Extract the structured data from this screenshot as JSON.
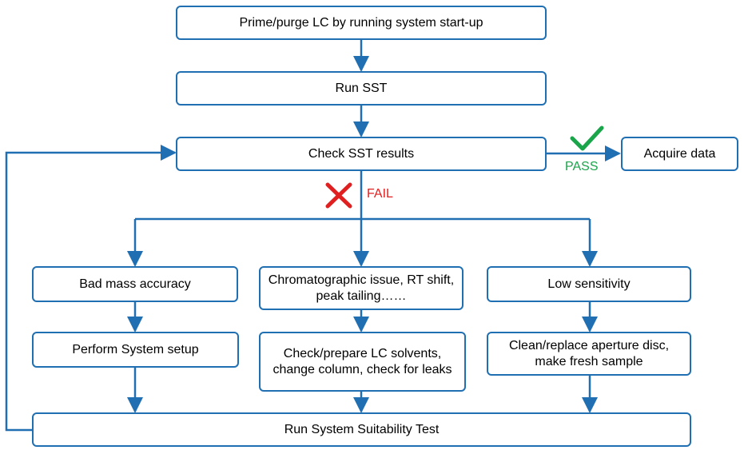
{
  "nodes": {
    "prime": "Prime/purge LC by running system start-up",
    "run_sst": "Run SST",
    "check_sst": "Check SST results",
    "acquire": "Acquire data",
    "bad_mass": "Bad mass accuracy",
    "chrom_issue": "Chromatographic issue, RT shift, peak tailing……",
    "low_sens": "Low sensitivity",
    "system_setup": "Perform System setup",
    "check_lc": "Check/prepare LC solvents, change column, check for leaks",
    "clean_disc": "Clean/replace aperture disc, make fresh sample",
    "run_suit": "Run System Suitability Test"
  },
  "labels": {
    "pass": "PASS",
    "fail": "FAIL"
  },
  "colors": {
    "line": "#1f6fb2",
    "pass": "#1aa54a",
    "fail": "#e02020",
    "text": "#000000"
  },
  "icons": {
    "pass": "check-icon",
    "fail": "cross-icon"
  }
}
